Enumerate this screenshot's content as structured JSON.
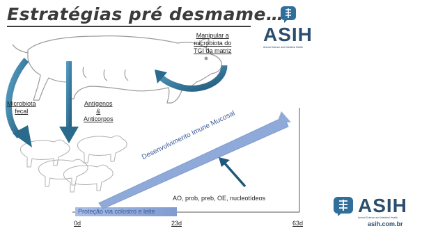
{
  "title": "Estratégias pré desmame…",
  "labels": {
    "manipular": [
      "Manipular a",
      "microbiota do",
      "TGI da matriz"
    ],
    "microbiota": [
      "Microbiota",
      "fecal"
    ],
    "antigenos": [
      "Antígenos",
      "&",
      "Anticorpos"
    ],
    "ao": "AO, prob, preb, OE, nucleotídeos",
    "desenvolvimento": "Desenvolvimento Imune Mucosal",
    "protecao": "Proteção via colostro e leite"
  },
  "axis": {
    "ticks": [
      "0d",
      "23d",
      "63d"
    ]
  },
  "logo_top": {
    "text": "ASIH",
    "tagline": "Animal Science and Intestinal Health"
  },
  "logo_bottom": {
    "text": "ASIH",
    "tagline": "Animal Science and Intestinal Health",
    "url": "asih.com.br"
  },
  "icons": [
    "hand-pointer-icon",
    "pig-outline",
    "piglet-outline",
    "curved-arrow-icon",
    "down-arrow-icon"
  ],
  "colors": {
    "arrow_dark": "#2a6a8c",
    "arrow_light": "#4a8cb0",
    "band_blue": "#8fa9d8",
    "title_gray": "#3b3b3b",
    "logo_blue": "#2b4d6e"
  }
}
